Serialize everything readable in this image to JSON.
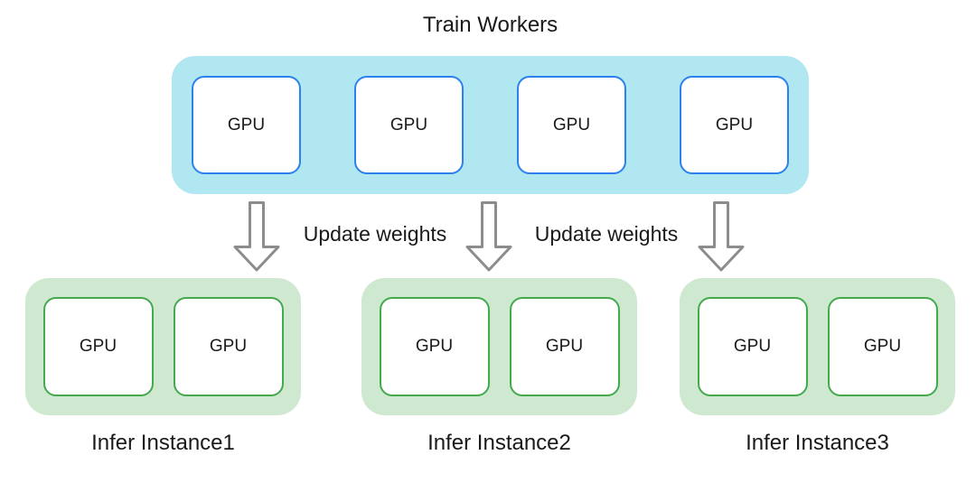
{
  "diagram": {
    "title": "Train Workers",
    "gpu_label": "GPU",
    "train_cluster": {
      "gpu_count": 4
    },
    "update_labels": [
      "Update weights",
      "Update weights"
    ],
    "arrow_count": 3,
    "instances": [
      {
        "name": "Infer Instance1",
        "gpu_count": 2
      },
      {
        "name": "Infer Instance2",
        "gpu_count": 2
      },
      {
        "name": "Infer Instance3",
        "gpu_count": 2
      }
    ]
  },
  "colors": {
    "train-fill": "#B0E7F1",
    "gpu-border-blue": "#2B81EE",
    "instance-fill": "#CFE9D1",
    "gpu-border-green": "#44A94C",
    "arrow-stroke": "#8C8C8C",
    "text": "#1A1A1A"
  }
}
